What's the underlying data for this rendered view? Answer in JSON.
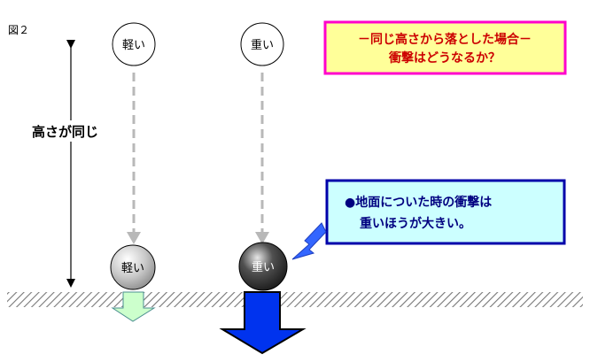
{
  "figure_label": "図２",
  "title_box": {
    "line1": "－同じ高さから落とした場合－",
    "line2": "衝撃はどうなるか？",
    "border_color": "#ff00cc",
    "fill_color": "#ffff99",
    "text_color": "#cc0000"
  },
  "height_label": "高さが同じ",
  "balls": {
    "light_top": "軽い",
    "heavy_top": "重い",
    "light_bottom": "軽い",
    "heavy_bottom": "重い"
  },
  "note_box": {
    "line1": "●地面についた時の衝撃は",
    "line2": "重いほうが大きい。",
    "border_color": "#0000aa",
    "fill_color": "#ccffff"
  },
  "colors": {
    "ground_hatch": "#777777",
    "drop_arrow": "#b8b8b8",
    "light_impact_arrow": "#ccffcc",
    "heavy_impact_arrow": "#0033ee",
    "pointer_arrow": "#3366ff"
  }
}
